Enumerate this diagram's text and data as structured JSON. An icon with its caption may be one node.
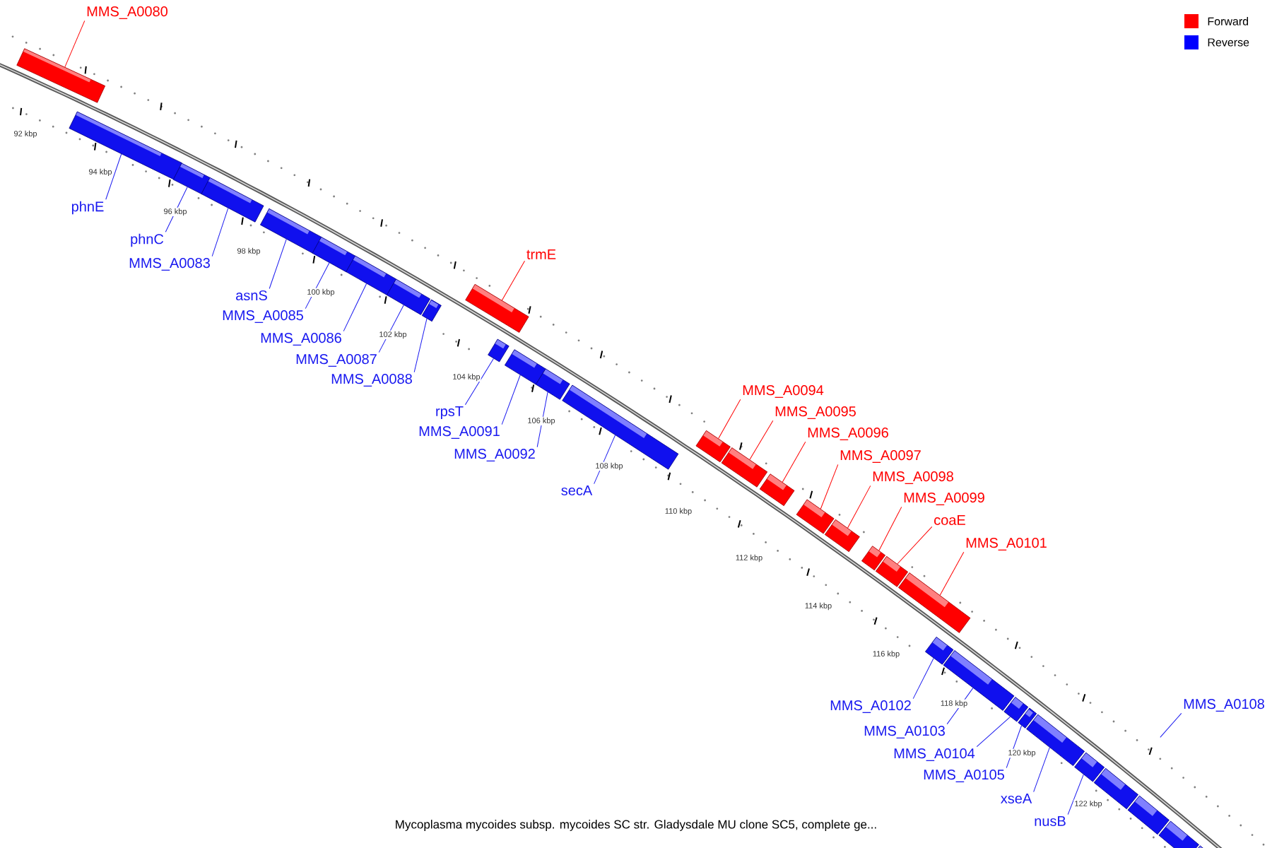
{
  "diagram": {
    "caption": "Mycoplasma mycoides subsp. mycoides SC str. Gladysdale MU clone SC5, complete ge...",
    "nodes": [
      {
        "text": [
          "MMS_A0080"
        ]
      },
      {
        "text": [],
        "shape": "bar"
      },
      {
        "text": [
          "phnE"
        ]
      },
      {
        "text": [],
        "shape": "bar"
      },
      {
        "text": [
          "phnC"
        ]
      },
      {
        "text": [],
        "shape": "bar"
      },
      {
        "text": [
          "MMS_A0083"
        ]
      },
      {
        "text": [],
        "shape": "bar"
      },
      {
        "text": [
          "asnS"
        ]
      },
      {
        "text": [],
        "shape": "bar"
      },
      {
        "text": [
          "MMS_A0085"
        ]
      },
      {
        "text": [],
        "shape": "bar"
      },
      {
        "text": [
          "MMS_A0086"
        ]
      },
      {
        "text": [],
        "shape": "bar"
      },
      {
        "text": [
          "MMS_A0087"
        ]
      },
      {
        "text": [],
        "shape": "bar"
      },
      {
        "text": [
          "MMS_A0088"
        ]
      },
      {
        "text": [],
        "shape": "bar"
      },
      {
        "text": [
          "trmE"
        ]
      },
      {
        "text": [],
        "shape": "bar"
      },
      {
        "text": [
          "rpsT"
        ]
      },
      {
        "text": [],
        "shape": "bar"
      },
      {
        "text": [
          "MMS_A0091"
        ]
      },
      {
        "text": [],
        "shape": "bar"
      },
      {
        "text": [
          "MMS_A0092"
        ]
      },
      {
        "text": [],
        "shape": "bar"
      },
      {
        "text": [
          "secA"
        ]
      },
      {
        "text": [],
        "shape": "bar"
      },
      {
        "text": [
          "MMS_A0094"
        ]
      },
      {
        "text": [],
        "shape": "bar"
      },
      {
        "text": [
          "MMS_A0095"
        ]
      },
      {
        "text": [],
        "shape": "bar"
      },
      {
        "text": [
          "MMS_A0096"
        ]
      },
      {
        "text": [],
        "shape": "bar"
      },
      {
        "text": [
          "MMS_A0097"
        ]
      },
      {
        "text": [],
        "shape": "bar"
      },
      {
        "text": [
          "MMS_A0098"
        ]
      },
      {
        "text": [],
        "shape": "bar"
      },
      {
        "text": [
          "MMS_A0099"
        ]
      },
      {
        "text": [],
        "shape": "bar"
      },
      {
        "text": [
          "coaE"
        ]
      },
      {
        "text": [],
        "shape": "bar"
      },
      {
        "text": [
          "MMS_A0101"
        ]
      },
      {
        "text": [],
        "shape": "bar"
      },
      {
        "text": [
          "MMS_A0102"
        ]
      },
      {
        "text": [],
        "shape": "bar"
      },
      {
        "text": [
          "MMS_A0103"
        ]
      },
      {
        "text": [],
        "shape": "bar"
      },
      {
        "text": [
          "MMS_A0104"
        ]
      },
      {
        "text": [],
        "shape": "bar"
      },
      {
        "text": [
          "MMS_A0105"
        ]
      },
      {
        "text": [],
        "shape": "bar"
      },
      {
        "text": [
          "xseA"
        ]
      },
      {
        "text": [],
        "shape": "bar"
      },
      {
        "text": [
          "nusB"
        ]
      },
      {
        "text": [],
        "shape": "bar"
      },
      {
        "text": [
          "MMS_A0108"
        ]
      },
      {
        "text": [],
        "shape": "bar"
      },
      {
        "text": [],
        "shape": "bar"
      },
      {
        "text": [],
        "shape": "bar"
      },
      {
        "text": [],
        "shape": "bar"
      }
    ],
    "edges": [
      {
        "from": 0,
        "to": 1,
        "arrow": "none",
        "color": "#ff0000"
      },
      {
        "from": 2,
        "to": 3,
        "arrow": "none"
      },
      {
        "from": 4,
        "to": 5,
        "arrow": "none"
      },
      {
        "from": 6,
        "to": 7,
        "arrow": "none"
      },
      {
        "from": 8,
        "to": 9,
        "arrow": "none"
      },
      {
        "from": 10,
        "to": 11,
        "arrow": "none"
      },
      {
        "from": 12,
        "to": 13,
        "arrow": "none"
      },
      {
        "from": 14,
        "to": 15,
        "arrow": "none"
      },
      {
        "from": 16,
        "to": 17,
        "arrow": "none"
      },
      {
        "from": 18,
        "to": 19,
        "arrow": "none",
        "color": "#ff0000"
      },
      {
        "from": 20,
        "to": 21,
        "arrow": "none"
      },
      {
        "from": 22,
        "to": 23,
        "arrow": "none"
      },
      {
        "from": 24,
        "to": 25,
        "arrow": "none"
      },
      {
        "from": 26,
        "to": 27,
        "arrow": "none"
      },
      {
        "from": 28,
        "to": 29,
        "arrow": "none",
        "color": "#ff0000"
      },
      {
        "from": 30,
        "to": 31,
        "arrow": "none",
        "color": "#ff0000"
      },
      {
        "from": 32,
        "to": 33,
        "arrow": "none",
        "color": "#ff0000"
      },
      {
        "from": 34,
        "to": 35,
        "arrow": "none",
        "color": "#ff0000"
      },
      {
        "from": 36,
        "to": 37,
        "arrow": "none",
        "color": "#ff0000"
      },
      {
        "from": 38,
        "to": 39,
        "arrow": "none",
        "color": "#ff0000"
      },
      {
        "from": 40,
        "to": 41,
        "arrow": "none",
        "color": "#ff0000"
      },
      {
        "from": 42,
        "to": 43,
        "arrow": "none",
        "color": "#ff0000"
      },
      {
        "from": 44,
        "to": 45,
        "arrow": "none"
      },
      {
        "from": 46,
        "to": 47,
        "arrow": "none"
      },
      {
        "from": 48,
        "to": 49,
        "arrow": "none"
      },
      {
        "from": 50,
        "to": 51,
        "arrow": "none"
      },
      {
        "from": 52,
        "to": 53,
        "arrow": "none"
      },
      {
        "from": 54,
        "to": 55,
        "arrow": "none"
      },
      {
        "from": 56,
        "to": null,
        "arrow": "none"
      }
    ],
    "labels": [
      "92 kbp",
      "94 kbp",
      "96 kbp",
      "98 kbp",
      "100 kbp",
      "102 kbp",
      "104 kbp",
      "106 kbp",
      "108 kbp",
      "110 kbp",
      "112 kbp",
      "114 kbp",
      "116 kbp",
      "118 kbp",
      "120 kbp",
      "122 kbp"
    ],
    "legend": [
      {
        "text": "Forward",
        "color": "#ff0000"
      },
      {
        "text": "Reverse",
        "color": "#0000ff"
      }
    ]
  }
}
